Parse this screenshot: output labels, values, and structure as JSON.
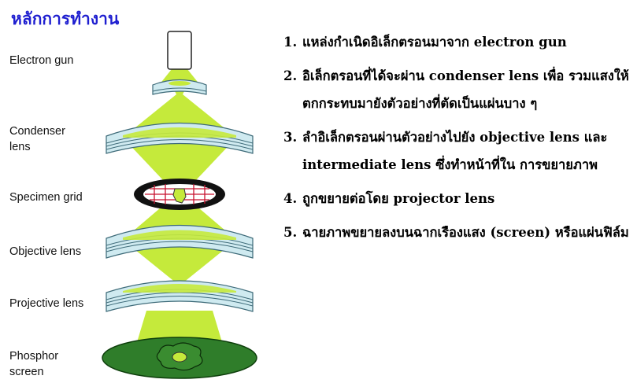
{
  "slide": {
    "title": "หลักการทำงาน"
  },
  "diagram": {
    "labels": {
      "electron_gun": "Electron gun",
      "condenser": "Condenser\nlens",
      "specimen": "Specimen grid",
      "objective": "Objective lens",
      "projective": "Projective lens",
      "phosphor": "Phosphor\nscreen"
    },
    "colors": {
      "beam": "#c5ea3b",
      "lens_top": "#cfeaf0",
      "lens_side": "#a9d7e2",
      "lens_line": "#3d6a78",
      "grid_ring": "#111111",
      "grid_lines": "#c8102e",
      "screen_fill": "#2f7d2a",
      "screen_edge": "#0e3f0c"
    }
  },
  "steps": [
    {
      "num": "1.",
      "text": "แหล่งกำเนิดอิเล็กตรอนมาจาก electron gun"
    },
    {
      "num": "2.",
      "text": "อิเล็กตรอนที่ได้จะผ่าน condenser lens เพื่อ รวมแสงให้ตกกระทบมายังตัวอย่างที่ตัดเป็นแผ่นบาง ๆ"
    },
    {
      "num": "3.",
      "text": "ลำอิเล็กตรอนผ่านตัวอย่างไปยัง objective lens และ intermediate lens ซึ่งทำหน้าที่ใน การขยายภาพ"
    },
    {
      "num": "4.",
      "text": "ถูกขยายต่อโดย projector lens"
    },
    {
      "num": "5.",
      "text": "ฉายภาพขยายลงบนฉากเรืองแสง (screen) หรือแผ่นฟิล์ม"
    }
  ]
}
